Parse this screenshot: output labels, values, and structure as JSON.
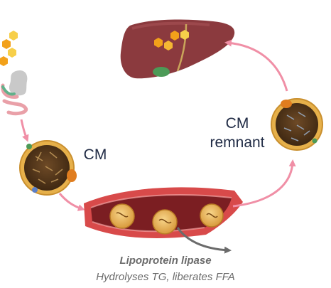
{
  "labels": {
    "cm": "CM",
    "cm_remnant_line1": "CM",
    "cm_remnant_line2": "remnant",
    "enzyme_name": "Lipoprotein lipase",
    "enzyme_action": "Hydrolyses TG, liberates FFA"
  },
  "colors": {
    "arrow_pink": "#f08fa6",
    "liver": "#8b3a3e",
    "gallbladder": "#4c9a57",
    "fat_hex": "#f2a11a",
    "vessel_wall": "#d84a4a",
    "vessel_lumen": "#7b1e22",
    "lipoprotein_core": "#5a3a1c",
    "lipoprotein_shell": "#e6b04a",
    "droplet": "#e8b04f",
    "label_text": "#1f2a44",
    "caption_text": "#6b6b6b"
  },
  "icons": [
    "liver-icon",
    "stomach-icon",
    "intestine-icon",
    "fat-hexagon-icon",
    "lipoprotein-particle-icon",
    "blood-vessel-icon",
    "cycle-arrow-icon"
  ]
}
